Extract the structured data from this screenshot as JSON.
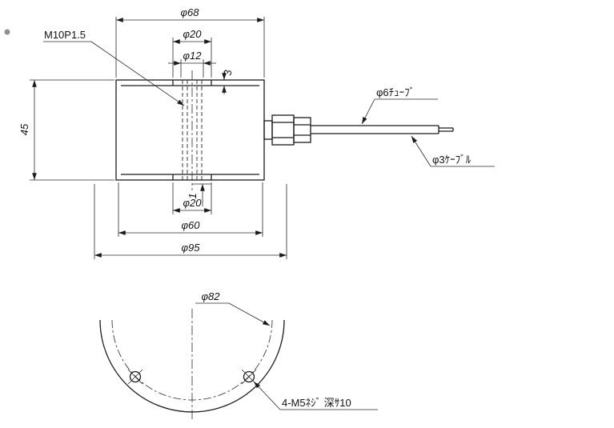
{
  "drawing": {
    "side_view": {
      "thread_note": "M10P1.5",
      "dim_phi68": "φ68",
      "dim_phi20_top": "φ20",
      "dim_phi12": "φ12",
      "dim_depth_3": "3",
      "dim_height_45": "45",
      "dim_depth_1": "1",
      "dim_phi20_bottom": "φ20",
      "dim_phi60": "φ60",
      "dim_phi95": "φ95",
      "tube_note": "φ6ﾁｭｰﾌﾞ",
      "cable_note": "φ3ｹｰﾌﾞﾙ"
    },
    "bottom_view": {
      "dim_phi82": "φ82",
      "screw_note": "4-M5ﾈｼﾞ 深ｻ10"
    },
    "colors": {
      "line": "#1a1a1a",
      "background": "#ffffff"
    }
  }
}
